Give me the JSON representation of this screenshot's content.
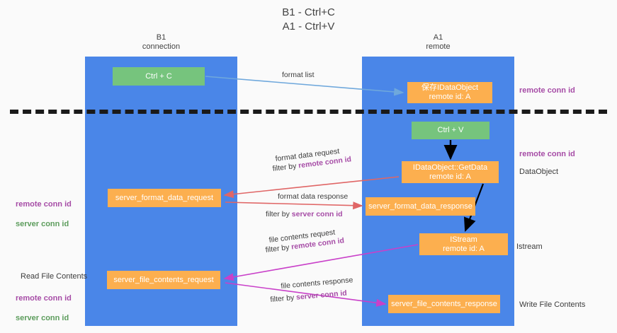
{
  "title": "B1 - Ctrl+C\nA1 - Ctrl+V",
  "lanes": [
    {
      "name": "b1",
      "label": "B1\nconnection"
    },
    {
      "name": "a1",
      "label": "A1\nremote"
    }
  ],
  "boxes": {
    "ctrl_c": "Ctrl + C",
    "save_idataobject": "保存IDataObject\nremote id: A",
    "ctrl_v": "Ctrl + V",
    "get_data": "IDataObject::GetData\nremote id: A",
    "server_format_data_request": "server_format_data_request",
    "server_format_data_response": "server_format_data_response",
    "istream": "IStream\nremote id: A",
    "server_file_contents_request": "server_file_contents_request",
    "server_file_contents_response": "server_file_contents_response"
  },
  "arrow_labels": {
    "format_list": "format list",
    "format_data_request": "format data request",
    "format_data_request_filter_prefix": "filter by ",
    "format_data_request_filter_key": "remote conn id",
    "format_data_response": "format data response",
    "format_data_response_filter_prefix": "filter by ",
    "format_data_response_filter_key": "server conn id",
    "file_contents_request": "file contents request",
    "file_contents_request_filter_prefix": "filter by ",
    "file_contents_request_filter_key": "remote conn id",
    "file_contents_response": "file contents response",
    "file_contents_response_filter_prefix": "filter by ",
    "file_contents_response_filter_key": "server conn id"
  },
  "annotations": {
    "remote_conn_id_top": "remote conn id",
    "remote_conn_id_mid": "remote conn id",
    "dataobject": "DataObject",
    "istream": "Istream",
    "write_file_contents": "Write File Contents",
    "left_mid_remote": "remote conn id",
    "left_mid_server": "server conn id",
    "read_file_contents": "Read File Contents",
    "left_low_remote": "remote conn id",
    "left_low_server": "server conn id"
  },
  "colors": {
    "lane": "#4a86e8",
    "box_green": "#76c47d",
    "box_orange": "#fcaf4f",
    "purple": "#a64ca6",
    "green_text": "#5c9c5c",
    "arrow_blue": "#6fa8dc",
    "arrow_red": "#e06666",
    "arrow_magenta": "#c940c9",
    "arrow_black": "#000000",
    "separator": "#1a1a1a"
  }
}
